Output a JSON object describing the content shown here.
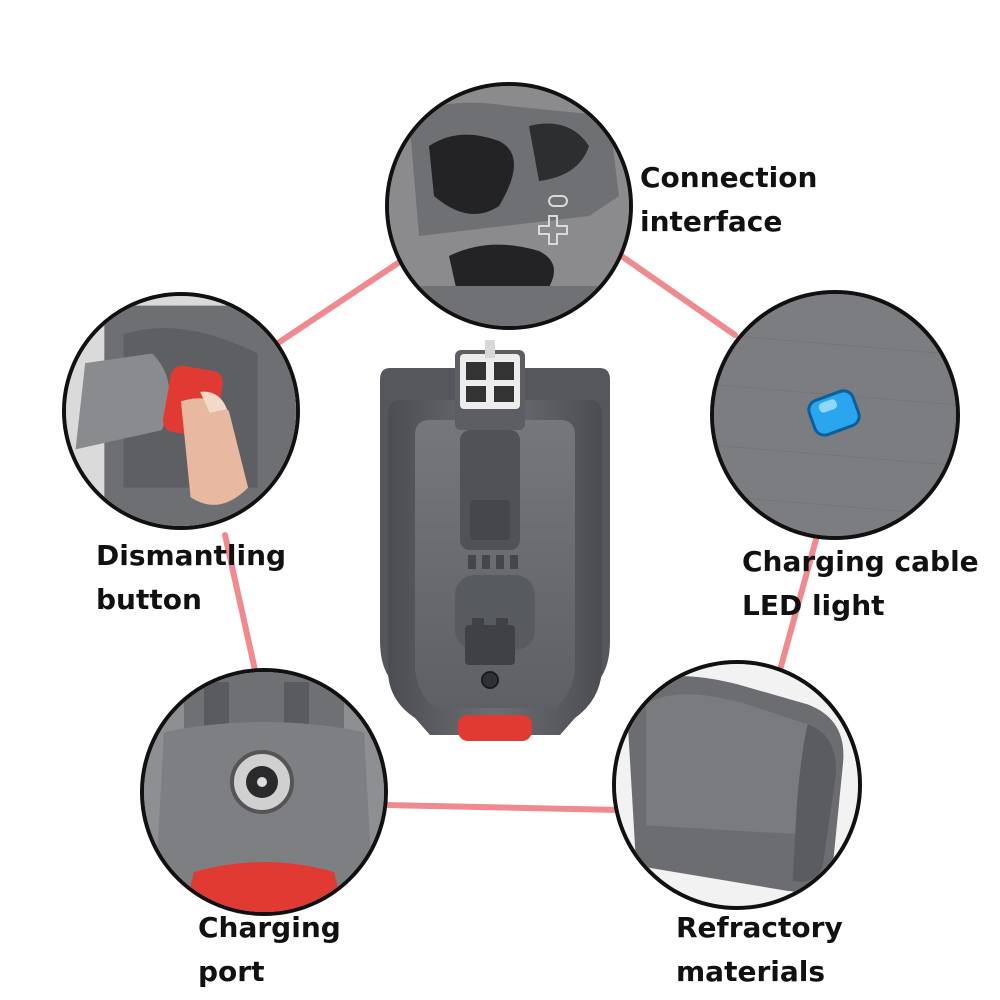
{
  "colors": {
    "connector_line": "#f08a8f",
    "outline": "#111111",
    "battery_body": "#5a5c62",
    "battery_face": "#6a6c72",
    "accent_red": "#e03a33",
    "led_blue": "#2aa6f0"
  },
  "callouts": [
    {
      "id": "connection-interface",
      "lines": [
        "Connection",
        "interface"
      ]
    },
    {
      "id": "charging-cable-led",
      "lines": [
        "Charging cable",
        "LED light"
      ]
    },
    {
      "id": "dismantling-button",
      "lines": [
        "Dismantling",
        "button"
      ]
    },
    {
      "id": "charging-port",
      "lines": [
        "Charging",
        "port"
      ]
    },
    {
      "id": "refractory-materials",
      "lines": [
        "Refractory",
        "materials"
      ]
    }
  ]
}
